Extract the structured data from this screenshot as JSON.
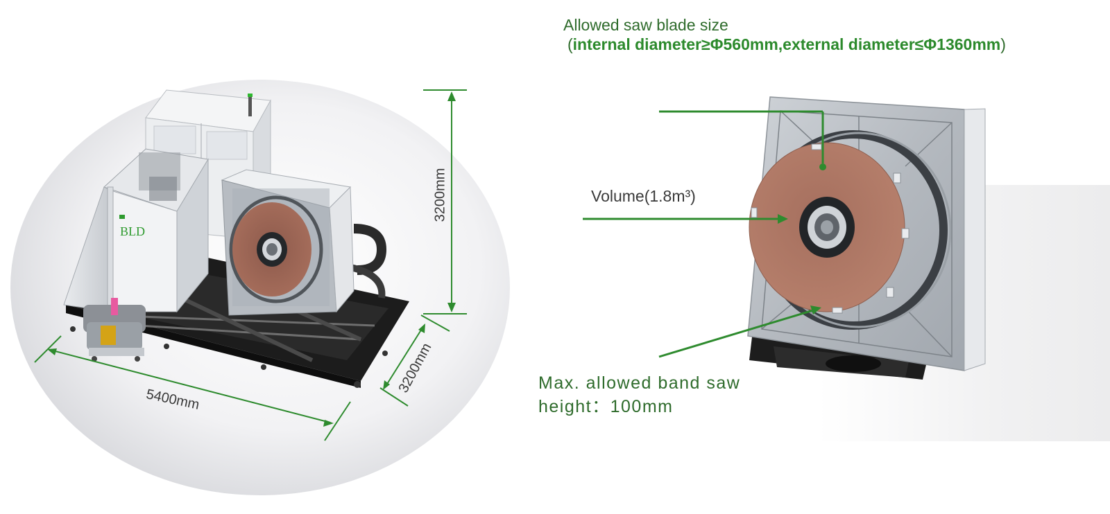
{
  "header": {
    "blade_title": "Allowed saw blade size",
    "blade_open": "(",
    "blade_bold": "internal diameter≥Φ560mm,external diameter≤Φ1360mm",
    "blade_close": ")"
  },
  "right_view": {
    "volume_label": "Volume(1.8m³)",
    "bandsaw_line1": "Max. allowed band saw",
    "bandsaw_line2": "height：100mm"
  },
  "left_view": {
    "brand": "BLD",
    "dimension_height": "3200mm",
    "dimension_length": "5400mm",
    "dimension_width": "3200mm"
  },
  "colors": {
    "accent_green": "#2e8b2e",
    "text_green": "#2e6b2b",
    "disc_copper": "#a46c5a",
    "frame_gray": "#b9bec4",
    "base_black": "#1c1c1c"
  }
}
